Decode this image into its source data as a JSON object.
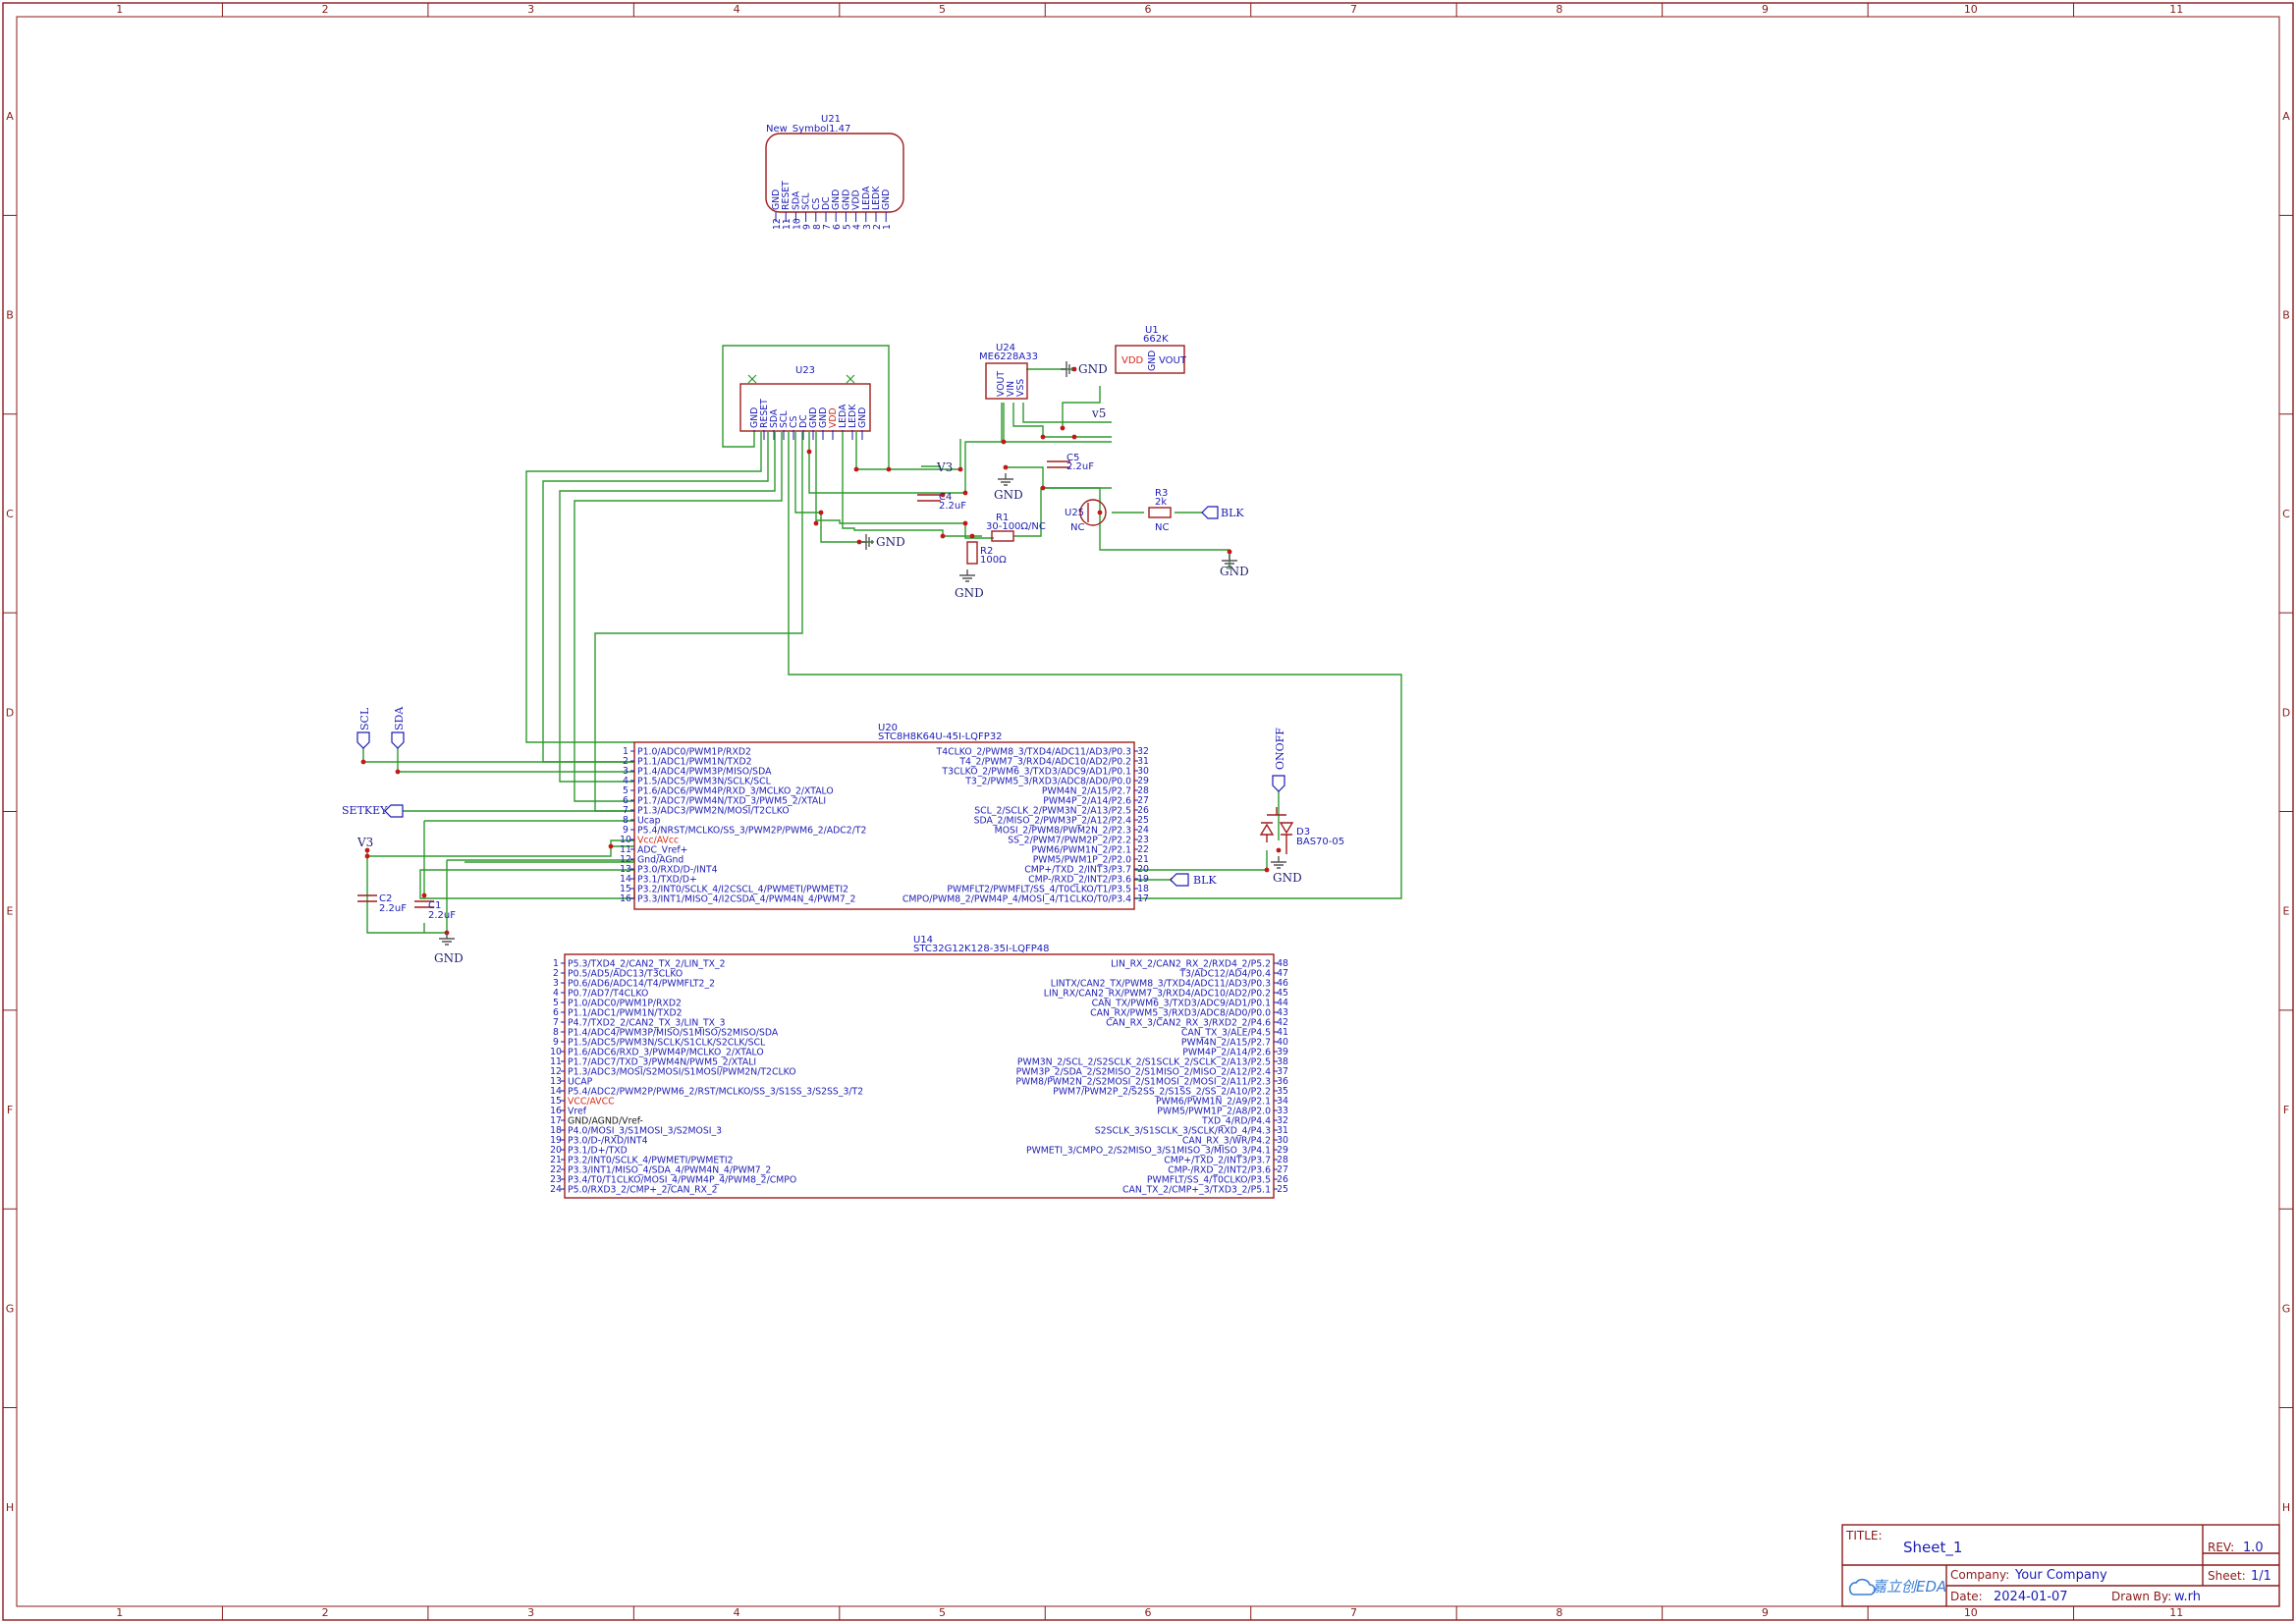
{
  "frame": {
    "columns": [
      "1",
      "2",
      "3",
      "4",
      "5",
      "6",
      "7",
      "8",
      "9",
      "10",
      "11"
    ],
    "rows": [
      "A",
      "B",
      "C",
      "D",
      "E",
      "F",
      "G",
      "H"
    ]
  },
  "u21": {
    "ref": "U21",
    "value": "New_Symbol1.47",
    "pin_names": [
      "GND",
      "RESET",
      "SDA",
      "SCL",
      "CS",
      "DC",
      "GND",
      "GND",
      "VDD",
      "LEDA",
      "LEDK",
      "GND"
    ],
    "pin_numbers": [
      "12",
      "11",
      "10",
      "9",
      "8",
      "7",
      "6",
      "5",
      "4",
      "3",
      "2",
      "1"
    ]
  },
  "u23": {
    "ref": "U23",
    "pin_names": [
      "GND",
      "RESET",
      "SDA",
      "SCL",
      "CS",
      "DC",
      "GND",
      "GND",
      "VDD",
      "LEDA",
      "LEDK",
      "GND"
    ]
  },
  "u24": {
    "ref": "U24",
    "value": "ME6228A33",
    "pins": [
      "VOUT",
      "VIN",
      "VSS"
    ]
  },
  "u1": {
    "ref": "U1",
    "value": "662K",
    "pins": [
      "VDD",
      "GND",
      "VOUT"
    ]
  },
  "passives": {
    "c4": {
      "ref": "C4",
      "value": "2.2uF"
    },
    "c5": {
      "ref": "C5",
      "value": "2.2uF"
    },
    "r1": {
      "ref": "R1",
      "value": "30-100Ω/NC"
    },
    "r2": {
      "ref": "R2",
      "value": "100Ω"
    },
    "r3": {
      "ref": "R3",
      "value": "2k"
    },
    "r3_nc": "NC",
    "u25": {
      "ref": "U25",
      "value": "NC"
    },
    "c2": {
      "ref": "C2",
      "value": "2.2uF"
    },
    "c1": {
      "ref": "C1",
      "value": "2.2uF"
    },
    "d3": {
      "ref": "D3",
      "value": "BAS70-05"
    }
  },
  "nets": {
    "gnd": "GND",
    "v3": "V3",
    "v5": "v5",
    "blk": "BLK",
    "scl": "SCL",
    "sda": "SDA",
    "setkey": "SETKEY",
    "onoff": "ONOFF"
  },
  "u20": {
    "ref": "U20",
    "value": "STC8H8K64U-45I-LQFP32",
    "left_pins": [
      {
        "num": "1",
        "name": "P1.0/ADC0/PWM1P/RXD2"
      },
      {
        "num": "2",
        "name": "P1.1/ADC1/PWM1N/TXD2"
      },
      {
        "num": "3",
        "name": "P1.4/ADC4/PWM3P/MISO/SDA"
      },
      {
        "num": "4",
        "name": "P1.5/ADC5/PWM3N/SCLK/SCL"
      },
      {
        "num": "5",
        "name": "P1.6/ADC6/PWM4P/RXD_3/MCLKO_2/XTALO"
      },
      {
        "num": "6",
        "name": "P1.7/ADC7/PWM4N/TXD_3/PWM5_2/XTALI"
      },
      {
        "num": "7",
        "name": "P1.3/ADC3/PWM2N/MOSI/T2CLKO"
      },
      {
        "num": "8",
        "name": "Ucap"
      },
      {
        "num": "9",
        "name": "P5.4/NRST/MCLKO/SS_3/PWM2P/PWM6_2/ADC2/T2"
      },
      {
        "num": "10",
        "name": "Vcc/AVcc"
      },
      {
        "num": "11",
        "name": "ADC_Vref+"
      },
      {
        "num": "12",
        "name": "Gnd/AGnd"
      },
      {
        "num": "13",
        "name": "P3.0/RXD/D-/INT4"
      },
      {
        "num": "14",
        "name": "P3.1/TXD/D+"
      },
      {
        "num": "15",
        "name": "P3.2/INT0/SCLK_4/I2CSCL_4/PWMETI/PWMETI2"
      },
      {
        "num": "16",
        "name": "P3.3/INT1/MISO_4/I2CSDA_4/PWM4N_4/PWM7_2"
      }
    ],
    "right_pins": [
      {
        "num": "32",
        "name": "T4CLKO_2/PWM8_3/TXD4/ADC11/AD3/P0.3"
      },
      {
        "num": "31",
        "name": "T4_2/PWM7_3/RXD4/ADC10/AD2/P0.2"
      },
      {
        "num": "30",
        "name": "T3CLKO_2/PWM6_3/TXD3/ADC9/AD1/P0.1"
      },
      {
        "num": "29",
        "name": "T3_2/PWM5_3/RXD3/ADC8/AD0/P0.0"
      },
      {
        "num": "28",
        "name": "PWM4N_2/A15/P2.7"
      },
      {
        "num": "27",
        "name": "PWM4P_2/A14/P2.6"
      },
      {
        "num": "26",
        "name": "SCL_2/SCLK_2/PWM3N_2/A13/P2.5"
      },
      {
        "num": "25",
        "name": "SDA_2/MISO_2/PWM3P_2/A12/P2.4"
      },
      {
        "num": "24",
        "name": "MOSI_2/PWM8/PWM2N_2/P2.3"
      },
      {
        "num": "23",
        "name": "SS_2/PWM7/PWM2P_2/P2.2"
      },
      {
        "num": "22",
        "name": "PWM6/PWM1N_2/P2.1"
      },
      {
        "num": "21",
        "name": "PWM5/PWM1P_2/P2.0"
      },
      {
        "num": "20",
        "name": "CMP+/TXD_2/INT3/P3.7"
      },
      {
        "num": "19",
        "name": "CMP-/RXD_2/INT2/P3.6"
      },
      {
        "num": "18",
        "name": "PWMFLT2/PWMFLT/SS_4/T0CLKO/T1/P3.5"
      },
      {
        "num": "17",
        "name": "CMPO/PWM8_2/PWM4P_4/MOSI_4/T1CLKO/T0/P3.4"
      }
    ]
  },
  "u14": {
    "ref": "U14",
    "value": "STC32G12K128-35I-LQFP48",
    "left_pins": [
      {
        "num": "1",
        "name": "P5.3/TXD4_2/CAN2_TX_2/LIN_TX_2"
      },
      {
        "num": "2",
        "name": "P0.5/AD5/ADC13/T3CLKO"
      },
      {
        "num": "3",
        "name": "P0.6/AD6/ADC14/T4/PWMFLT2_2"
      },
      {
        "num": "4",
        "name": "P0.7/AD7/T4CLKO"
      },
      {
        "num": "5",
        "name": "P1.0/ADC0/PWM1P/RXD2"
      },
      {
        "num": "6",
        "name": "P1.1/ADC1/PWM1N/TXD2"
      },
      {
        "num": "7",
        "name": "P4.7/TXD2_2/CAN2_TX_3/LIN_TX_3"
      },
      {
        "num": "8",
        "name": "P1.4/ADC4/PWM3P/MISO/S1MISO/S2MISO/SDA"
      },
      {
        "num": "9",
        "name": "P1.5/ADC5/PWM3N/SCLK/S1CLK/S2CLK/SCL"
      },
      {
        "num": "10",
        "name": "P1.6/ADC6/RXD_3/PWM4P/MCLKO_2/XTALO"
      },
      {
        "num": "11",
        "name": "P1.7/ADC7/TXD_3/PWM4N/PWM5_2/XTALI"
      },
      {
        "num": "12",
        "name": "P1.3/ADC3/MOSI/S2MOSI/S1MOSI/PWM2N/T2CLKO"
      },
      {
        "num": "13",
        "name": "UCAP"
      },
      {
        "num": "14",
        "name": "P5.4/ADC2/PWM2P/PWM6_2/RST/MCLKO/SS_3/S1SS_3/S2SS_3/T2"
      },
      {
        "num": "15",
        "name": "VCC/AVCC"
      },
      {
        "num": "16",
        "name": "Vref"
      },
      {
        "num": "17",
        "name": "GND/AGND/Vref-"
      },
      {
        "num": "18",
        "name": "P4.0/MOSI_3/S1MOSI_3/S2MOSI_3"
      },
      {
        "num": "19",
        "name": "P3.0/D-/RXD/INT4"
      },
      {
        "num": "20",
        "name": "P3.1/D+/TXD"
      },
      {
        "num": "21",
        "name": "P3.2/INT0/SCLK_4/PWMETI/PWMETI2"
      },
      {
        "num": "22",
        "name": "P3.3/INT1/MISO_4/SDA_4/PWM4N_4/PWM7_2"
      },
      {
        "num": "23",
        "name": "P3.4/T0/T1CLKO/MOSI_4/PWM4P_4/PWM8_2/CMPO"
      },
      {
        "num": "24",
        "name": "P5.0/RXD3_2/CMP+_2/CAN_RX_2"
      }
    ],
    "right_pins": [
      {
        "num": "48",
        "name": "LIN_RX_2/CAN2_RX_2/RXD4_2/P5.2"
      },
      {
        "num": "47",
        "name": "T3/ADC12/AD4/P0.4"
      },
      {
        "num": "46",
        "name": "LINTX/CAN2_TX/PWM8_3/TXD4/ADC11/AD3/P0.3"
      },
      {
        "num": "45",
        "name": "LIN_RX/CAN2_RX/PWM7_3/RXD4/ADC10/AD2/P0.2"
      },
      {
        "num": "44",
        "name": "CAN_TX/PWM6_3/TXD3/ADC9/AD1/P0.1"
      },
      {
        "num": "43",
        "name": "CAN_RX/PWM5_3/RXD3/ADC8/AD0/P0.0"
      },
      {
        "num": "42",
        "name": "CAN_RX_3/CAN2_RX_3/RXD2_2/P4.6"
      },
      {
        "num": "41",
        "name": "CAN_TX_3/ALE/P4.5"
      },
      {
        "num": "40",
        "name": "PWM4N_2/A15/P2.7"
      },
      {
        "num": "39",
        "name": "PWM4P_2/A14/P2.6"
      },
      {
        "num": "38",
        "name": "PWM3N_2/SCL_2/S2SCLK_2/S1SCLK_2/SCLK_2/A13/P2.5"
      },
      {
        "num": "37",
        "name": "PWM3P_2/SDA_2/S2MISO_2/S1MISO_2/MISO_2/A12/P2.4"
      },
      {
        "num": "36",
        "name": "PWM8/PWM2N_2/S2MOSI_2/S1MOSI_2/MOSI_2/A11/P2.3"
      },
      {
        "num": "35",
        "name": "PWM7/PWM2P_2/S2SS_2/S1SS_2/SS_2/A10/P2.2"
      },
      {
        "num": "34",
        "name": "PWM6/PWM1N_2/A9/P2.1"
      },
      {
        "num": "33",
        "name": "PWM5/PWM1P_2/A8/P2.0"
      },
      {
        "num": "32",
        "name": "TXD_4/RD/P4.4"
      },
      {
        "num": "31",
        "name": "S2SCLK_3/S1SCLK_3/SCLK/RXD_4/P4.3"
      },
      {
        "num": "30",
        "name": "CAN_RX_3/WR/P4.2"
      },
      {
        "num": "29",
        "name": "PWMETI_3/CMPO_2/S2MISO_3/S1MISO_3/MISO_3/P4.1"
      },
      {
        "num": "28",
        "name": "CMP+/TXD_2/INT3/P3.7"
      },
      {
        "num": "27",
        "name": "CMP-/RXD_2/INT2/P3.6"
      },
      {
        "num": "26",
        "name": "PWMFLT/SS_4/T0CLKO/P3.5"
      },
      {
        "num": "25",
        "name": "CAN_TX_2/CMP+_3/TXD3_2/P5.1"
      }
    ]
  },
  "title_block": {
    "title_label": "TITLE:",
    "title": "Sheet_1",
    "rev_label": "REV:",
    "rev": "1.0",
    "company_label": "Company:",
    "company": "Your Company",
    "sheet_label": "Sheet:",
    "sheet": "1/1",
    "date_label": "Date:",
    "date": "2024-01-07",
    "drawn_label": "Drawn By:",
    "drawn_by": "w.rh",
    "logo_text": "嘉立创EDA"
  }
}
